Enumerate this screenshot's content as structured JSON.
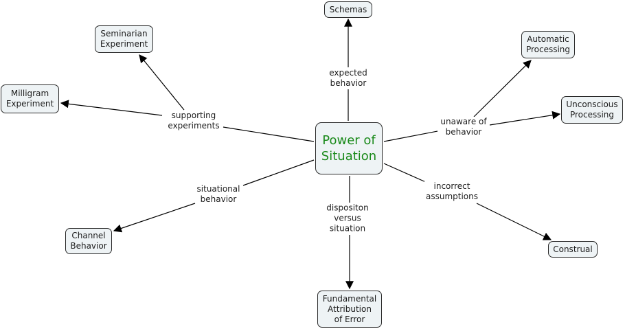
{
  "colors": {
    "center_text": "#1a8a1a",
    "node_fill": "#eef3f5",
    "line": "#000000"
  },
  "center": {
    "id": "power",
    "label": "Power of\nSituation"
  },
  "nodes": [
    {
      "id": "schemas",
      "label": "Schemas"
    },
    {
      "id": "seminarian",
      "label": "Seminarian\nExperiment"
    },
    {
      "id": "milligram",
      "label": "Milligram\nExperiment"
    },
    {
      "id": "automatic",
      "label": "Automatic\nProcessing"
    },
    {
      "id": "unconscious",
      "label": "Unconscious\nProcessing"
    },
    {
      "id": "channel",
      "label": "Channel\nBehavior"
    },
    {
      "id": "construal",
      "label": "Construal"
    },
    {
      "id": "fae",
      "label": "Fundamental\nAttribution\nof Error"
    }
  ],
  "link_labels": [
    {
      "id": "expected",
      "label": "expected\nbehavior",
      "targets": [
        "schemas"
      ]
    },
    {
      "id": "supporting",
      "label": "supporting\nexperiments",
      "targets": [
        "seminarian",
        "milligram"
      ]
    },
    {
      "id": "unaware",
      "label": "unaware of\nbehavior",
      "targets": [
        "automatic",
        "unconscious"
      ]
    },
    {
      "id": "situational",
      "label": "situational\nbehavior",
      "targets": [
        "channel"
      ]
    },
    {
      "id": "incorrect",
      "label": "incorrect\nassumptions",
      "targets": [
        "construal"
      ]
    },
    {
      "id": "disposition",
      "label": "dispositon\nversus\nsituation",
      "targets": [
        "fae"
      ]
    }
  ]
}
